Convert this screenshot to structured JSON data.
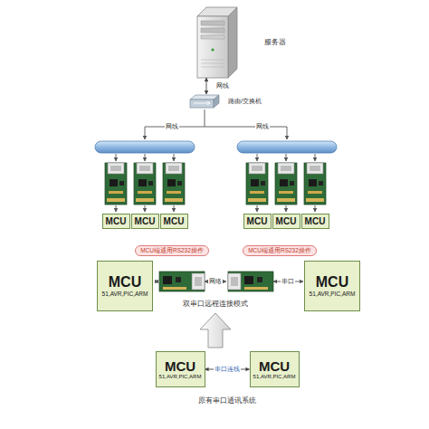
{
  "diagram": {
    "nodes": [
      {
        "text": [
          "服务器"
        ]
      },
      {
        "text": [
          "路由/交换机"
        ]
      },
      {
        "text": [
          "MCU"
        ]
      },
      {
        "text": [
          "MCU"
        ]
      },
      {
        "text": [
          "MCU"
        ]
      },
      {
        "text": [
          "MCU"
        ]
      },
      {
        "text": [
          "MCU"
        ]
      },
      {
        "text": [
          "MCU"
        ]
      },
      {
        "text": [
          "MCU",
          "51,AVR,PIC,ARM"
        ]
      },
      {
        "text": [
          "MCU端通用RS232操作"
        ]
      },
      {
        "text": [
          "MCU端通用RS232操作"
        ]
      },
      {
        "text": [
          "MCU",
          "51,AVR,PIC,ARM"
        ]
      },
      {
        "text": [
          "MCU",
          "51,AVR,PIC,ARM"
        ]
      },
      {
        "text": [
          "MCU",
          "51,AVR,PIC,ARM"
        ]
      }
    ],
    "edges": [
      {
        "from": 0,
        "to": 1,
        "arrow": "both",
        "label": "网线"
      },
      {
        "from": 12,
        "to": 13,
        "arrow": "both",
        "label": "串口连线"
      }
    ],
    "labels": [
      "网线",
      "网线",
      "网络",
      "串口",
      "双串口远程连接模式",
      "原有串口通讯系统"
    ]
  }
}
